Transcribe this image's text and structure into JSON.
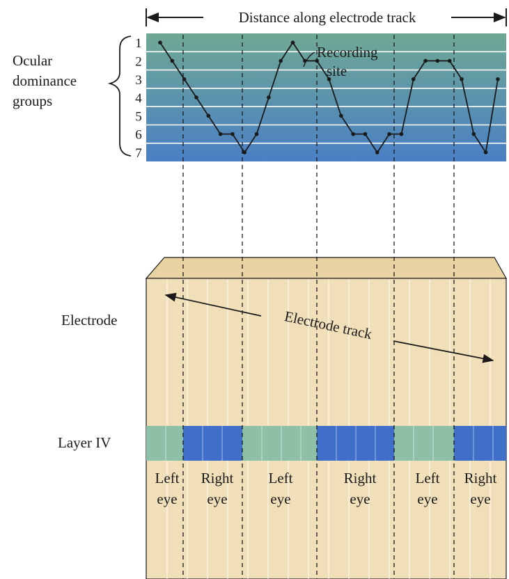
{
  "distance_label": "Distance along electrode track",
  "ocular_label_lines": [
    "Ocular",
    "dominance",
    "groups"
  ],
  "group_numbers": [
    "1",
    "2",
    "3",
    "4",
    "5",
    "6",
    "7"
  ],
  "recording_site_lines": [
    "Recording",
    "site"
  ],
  "trace_groups": [
    1,
    2,
    3,
    4,
    5,
    6,
    6,
    7,
    6,
    4,
    2,
    1,
    2,
    2,
    3,
    5,
    6,
    6,
    7,
    6,
    6,
    3,
    2,
    2,
    2,
    3,
    6,
    7,
    3
  ],
  "electrode_label": "Electrode",
  "electrode_track_label": "Electrode track",
  "layer_label": "Layer IV",
  "eye_columns": [
    {
      "line1": "Left",
      "line2": "eye"
    },
    {
      "line1": "Right",
      "line2": "eye"
    },
    {
      "line1": "Left",
      "line2": "eye"
    },
    {
      "line1": "Right",
      "line2": "eye"
    },
    {
      "line1": "Left",
      "line2": "eye"
    },
    {
      "line1": "Right",
      "line2": "eye"
    }
  ],
  "colors": {
    "band_green": "#6fa894",
    "band_blue": "#4a7fc4",
    "tissue": "#f1dfb9",
    "tissue_top": "#ead3a2",
    "left_eye": "#8ec0a8",
    "right_eye": "#3f6fc8",
    "line": "#1a1a1a"
  }
}
